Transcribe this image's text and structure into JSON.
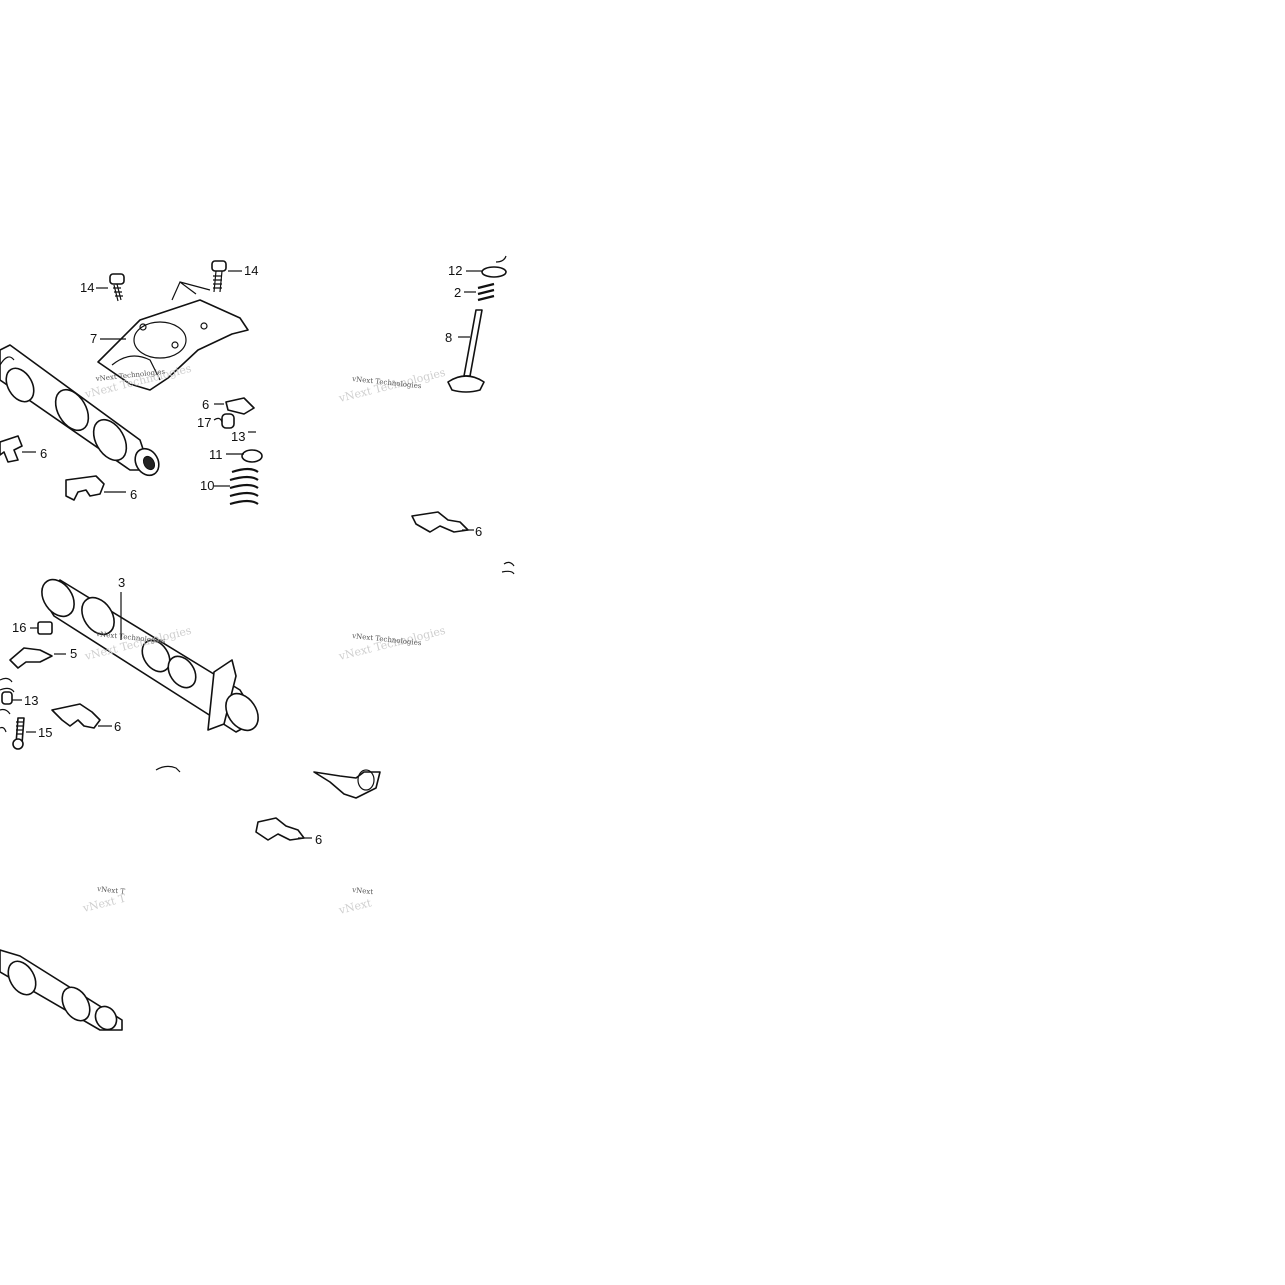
{
  "callouts": [
    {
      "id": "c14a",
      "text": "14"
    },
    {
      "id": "c14b",
      "text": "14"
    },
    {
      "id": "c7",
      "text": "7"
    },
    {
      "id": "c12",
      "text": "12"
    },
    {
      "id": "c2",
      "text": "2"
    },
    {
      "id": "c8",
      "text": "8"
    },
    {
      "id": "c6a",
      "text": "6"
    },
    {
      "id": "c17",
      "text": "17"
    },
    {
      "id": "c13a",
      "text": "13"
    },
    {
      "id": "c11",
      "text": "11"
    },
    {
      "id": "c10",
      "text": "10"
    },
    {
      "id": "c6b",
      "text": "6"
    },
    {
      "id": "c6c",
      "text": "6"
    },
    {
      "id": "c6d",
      "text": "6"
    },
    {
      "id": "c3",
      "text": "3"
    },
    {
      "id": "c16",
      "text": "16"
    },
    {
      "id": "c5",
      "text": "5"
    },
    {
      "id": "c13b",
      "text": "13"
    },
    {
      "id": "c15",
      "text": "15"
    },
    {
      "id": "c6e",
      "text": "6"
    },
    {
      "id": "c6f",
      "text": "6"
    }
  ],
  "watermarks": {
    "full": "vNext Technologies",
    "partial": "vNext T",
    "partial_short": "vNext"
  }
}
